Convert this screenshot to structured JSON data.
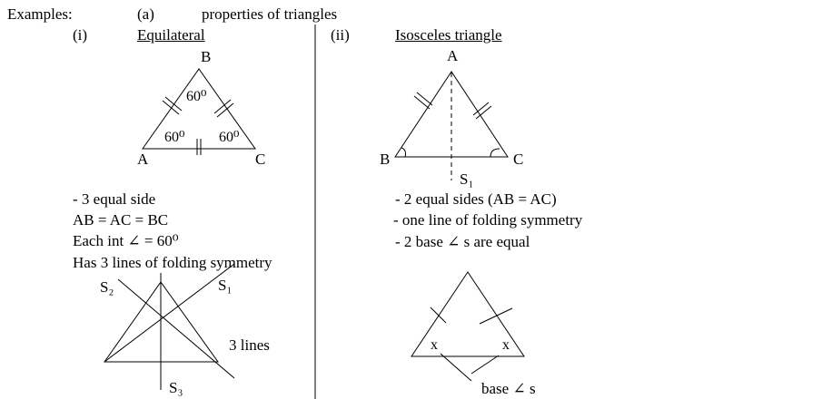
{
  "header": {
    "examples": "Examples:",
    "part": "(a)",
    "topic": "properties of triangles"
  },
  "left": {
    "index": "(i)",
    "title": "Equilateral",
    "vertices": {
      "a": "A",
      "b": "B",
      "c": "C"
    },
    "angles": [
      "60⁰",
      "60⁰",
      "60⁰"
    ],
    "properties": [
      "- 3 equal  side",
      "AB = AC = BC",
      "Each int ∠ = 60⁰",
      "Has 3 lines of folding symmetry"
    ],
    "symmetry_labels": {
      "s1": "S₁",
      "s2": "S₂",
      "s3": "S₃",
      "note": "3 lines"
    }
  },
  "right": {
    "index": "(ii)",
    "title": "Isosceles triangle",
    "vertices": {
      "a": "A",
      "b": "B",
      "c": "C"
    },
    "axis_label": "S₁",
    "properties": [
      "- 2 equal sides (AB = AC)",
      "- one line of  folding symmetry",
      "- 2 base ∠ s are equal"
    ],
    "base_marks": [
      "x",
      "x"
    ],
    "base_note": "base ∠ s"
  }
}
